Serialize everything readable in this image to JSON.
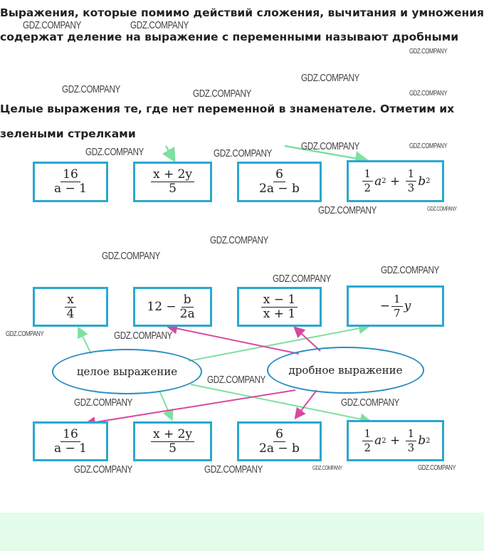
{
  "text": {
    "line1": "Выражения, которые помимо действий сложения, вычитания и умножения,",
    "line2": "содержат деление на выражение с переменными называют дробными",
    "line3": "Целые выражения те, где нет переменной в знаменателе. Отметим их",
    "line4": "зелеными стрелками"
  },
  "watermark": "GDZ.COMPANY",
  "expressions": {
    "e16": {
      "num": "16",
      "den": "a − 1"
    },
    "ex2y": {
      "num": "x + 2y",
      "den": "5"
    },
    "e6": {
      "num": "6",
      "den": "2a − b"
    },
    "half": {
      "num": "1",
      "den": "2"
    },
    "third": {
      "num": "1",
      "den": "3"
    },
    "a2": "a",
    "b2": "b",
    "plus": "+",
    "sq": "2",
    "x4": {
      "num": "x",
      "den": "4"
    },
    "twelve": "12 −",
    "b2a": {
      "num": "b",
      "den": "2a"
    },
    "x1": {
      "num": "x − 1",
      "den": "x + 1"
    },
    "minus": "−",
    "seventh": {
      "num": "1",
      "den": "7"
    },
    "y": "y"
  },
  "diagram": {
    "left_label": "целое выражение",
    "right_label": "дробное выражение"
  },
  "colors": {
    "box": "#2aa8cf",
    "green": "#7ee0a0",
    "magenta": "#d9489e",
    "footer": "#e3fcea"
  }
}
